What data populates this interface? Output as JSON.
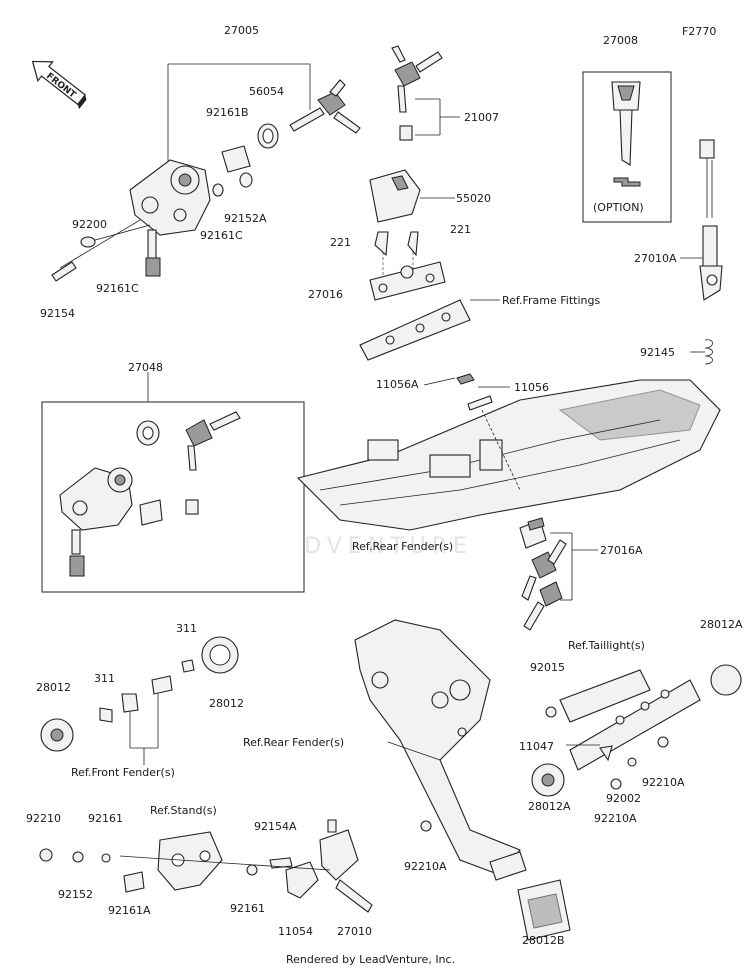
{
  "diagram": {
    "fig_code": "F2770",
    "watermark": "LEADVENTURE",
    "footer": "Rendered by LeadVenture, Inc.",
    "front_badge": "FRONT",
    "option_note": "(OPTION)"
  },
  "callouts": {
    "p27005": "27005",
    "p56054": "56054",
    "p92161b": "92161B",
    "p92200": "92200",
    "p92152a": "92152A",
    "p92161c_a": "92161C",
    "p92161c_b": "92161C",
    "p92154": "92154",
    "p21007": "21007",
    "p27008": "27008",
    "p55020": "55020",
    "p221_a": "221",
    "p221_b": "221",
    "p27016": "27016",
    "ref_frame": "Ref.Frame Fittings",
    "p27010a": "27010A",
    "p92145": "92145",
    "p27048": "27048",
    "p11056a": "11056A",
    "p11056": "11056",
    "ref_rear_fender_1": "Ref.Rear Fender(s)",
    "p27016a": "27016A",
    "p311_a": "311",
    "p311_b": "311",
    "p28012_a": "28012",
    "p28012_b": "28012",
    "ref_front_fender": "Ref.Front Fender(s)",
    "ref_taillight": "Ref.Taillight(s)",
    "p28012a_top": "28012A",
    "p92015": "92015",
    "ref_rear_fender_2": "Ref.Rear Fender(s)",
    "p11047": "11047",
    "p92002": "92002",
    "p92210a_a": "92210A",
    "p92210a_b": "92210A",
    "p28012a_bot": "28012A",
    "p92210a_c": "92210A",
    "p28012b": "28012B",
    "p92210": "92210",
    "p92161": "92161",
    "ref_stand": "Ref.Stand(s)",
    "p92154a": "92154A",
    "p92152": "92152",
    "p92161a": "92161A",
    "p92161_b": "92161",
    "p11054": "11054",
    "p27010": "27010"
  }
}
